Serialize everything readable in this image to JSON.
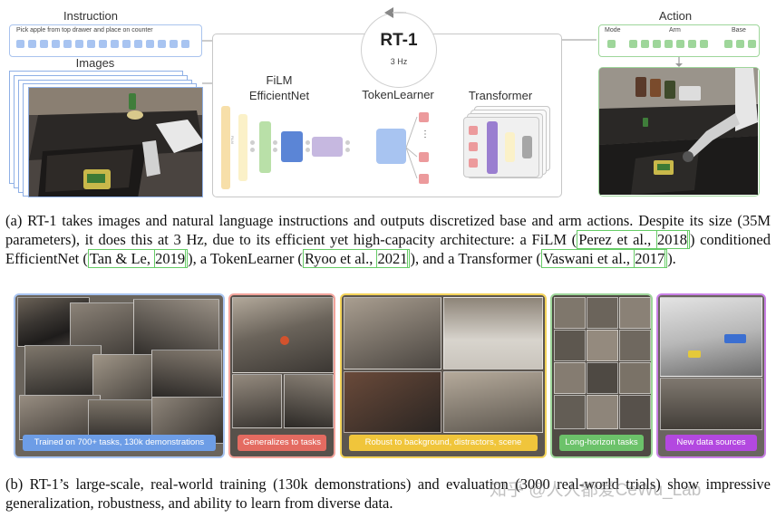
{
  "diagram": {
    "instruction_label": "Instruction",
    "instruction_text": "Pick apple from top drawer and place on counter",
    "images_label": "Images",
    "rt1_title": "RT-1",
    "rt1_rate": "3 Hz",
    "film_label": "FiLM\nEfficientNet",
    "tokenlearner_label": "TokenLearner",
    "transformer_label": "Transformer",
    "action_label": "Action",
    "action_mode": "Mode",
    "action_arm": "Arm",
    "action_base": "Base",
    "film_side_text": "FiLM",
    "ellipsis": "⋮",
    "colors": {
      "instruction_border": "#a9c3ee",
      "token_blue": "#a8c4f1",
      "token_green": "#9ed69a",
      "token_red": "#ec9a9c",
      "bar_orange": "#f7dfa9",
      "bar_yellow": "#fbf1c8",
      "bar_green": "#b9e0a8",
      "bar_blue": "#5b85d6",
      "bar_purple": "#c6b8e0",
      "bar_violet": "#9a7ed0",
      "bar_gray": "#a6a6a6"
    }
  },
  "caption_a": {
    "lead": "(a) RT-1 takes images and natural language instructions and outputs discretized base and arm actions. Despite its size (35M parameters), it does this at 3 Hz, due to its efficient yet high-capacity architecture: a FiLM (",
    "cite1": "Perez et al.,",
    "cite1_year": "2018",
    "mid1": ") conditioned EfficientNet (",
    "cite2": "Tan & Le,",
    "cite2_year": "2019",
    "mid2": "), a TokenLearner (",
    "cite3": "Ryoo et al.,",
    "cite3_year": "2021",
    "mid3": "), and a Transformer (",
    "cite4": "Vaswani et al.,",
    "cite4_year": "2017",
    "tail": ")."
  },
  "gallery": [
    {
      "label": "Trained on 700+ tasks, 130k demonstrations",
      "border": "#a8c4f1",
      "bar": "#6d9de6"
    },
    {
      "label": "Generalizes to tasks",
      "border": "#f2a39b",
      "bar": "#e46b61"
    },
    {
      "label": "Robust to background, distractors, scene",
      "border": "#f3d35a",
      "bar": "#f0c53b"
    },
    {
      "label": "Long-horizon tasks",
      "border": "#9ed69a",
      "bar": "#6cc26a"
    },
    {
      "label": "New data sources",
      "border": "#c980e6",
      "bar": "#b348e0"
    }
  ],
  "caption_b": {
    "text": "(b) RT-1’s large-scale, real-world training (130k demonstrations) and evaluation (3000 real-world trials) show impressive generalization, robustness, and ability to learn from diverse data."
  },
  "watermark": "知乎 @人人都爱CeWu_Lab"
}
